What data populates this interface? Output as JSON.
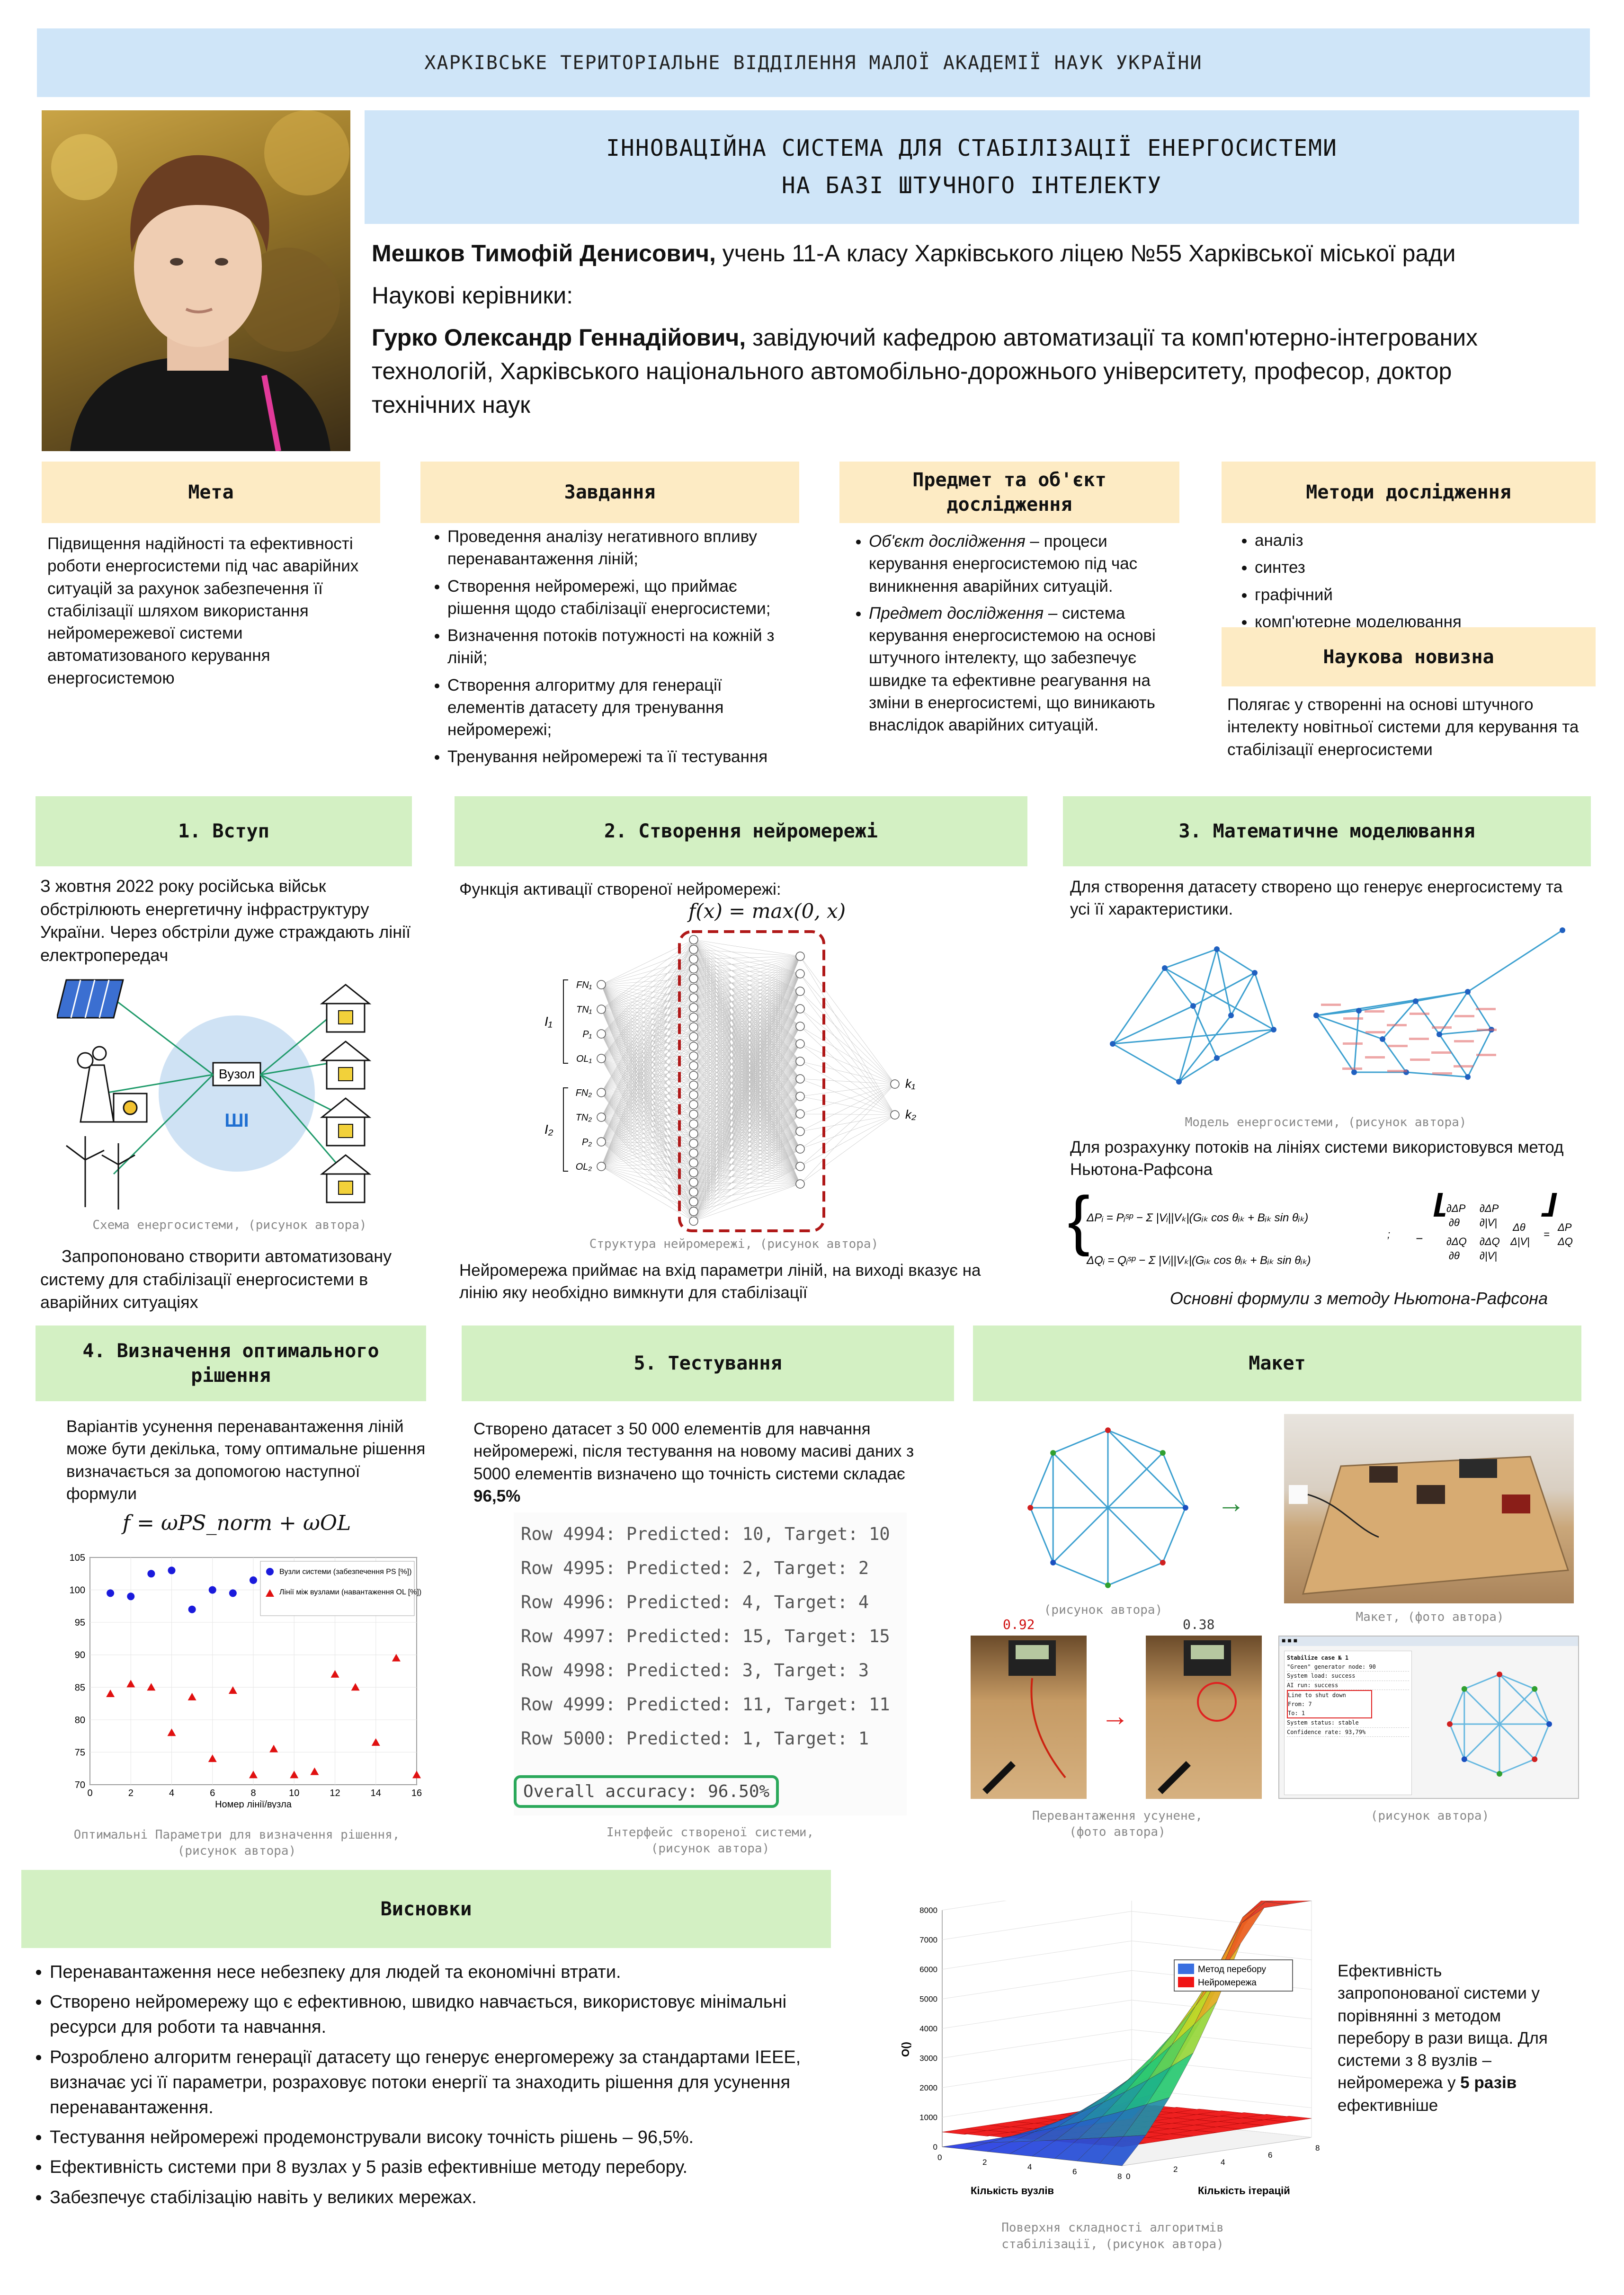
{
  "banner": "ХАРКІВСЬКЕ ТЕРИТОРІАЛЬНЕ ВІДДІЛЕННЯ МАЛОЇ АКАДЕМІЇ НАУК УКРАЇНИ",
  "title_line1": "ІННОВАЦІЙНА СИСТЕМА ДЛЯ СТАБІЛІЗАЦІЇ ЕНЕРГОСИСТЕМИ",
  "title_line2": "НА БАЗІ ШТУЧНОГО ІНТЕЛЕКТУ",
  "author_name": "Мешков Тимофій Денисович,",
  "author_rest": " учень 11-А класу Харківського ліцею №55 Харківської міської ради",
  "supervisors_label": "Наукові керівники:",
  "supervisor_name": "Гурко Олександр Геннадійович,",
  "supervisor_rest": " завідуючий кафедрою автоматизації та комп'ютерно-інтегрованих технологій, Харківського національного автомобільно-дорожнього університету, професор, доктор технічних наук",
  "goal": {
    "title": "Мета",
    "text": "Підвищення надійності та ефективності роботи енергосистеми під час аварійних ситуацій за рахунок забезпечення її стабілізації шляхом використання нейромережевої системи автоматизованого керування енергосистемою"
  },
  "tasks": {
    "title": "Завдання",
    "items": [
      "Проведення аналізу негативного впливу перенавантаження ліній;",
      "Створення нейромережі, що приймає рішення щодо стабілізації енергосистеми;",
      "Визначення потоків потужності на кожній з ліній;",
      "Створення алгоритму для генерації елементів датасету для тренування нейромережі;",
      "Тренування нейромережі та її тестування"
    ]
  },
  "subject": {
    "title": "Предмет та об'єкт дослідження",
    "object_label": "Об'єкт дослідження",
    "object_text": " – процеси керування енергосистемою під час виникнення аварійних ситуацій.",
    "subject_label": "Предмет дослідження",
    "subject_text": " – система керування енергосистемою на основі штучного інтелекту, що забезпечує швидке та ефективне реагування на зміни в енергосистемі, що виникають внаслідок аварійних ситуацій."
  },
  "methods": {
    "title": "Методи дослідження",
    "items": [
      "аналіз",
      "синтез",
      "графічний",
      "комп'ютерне моделювання"
    ]
  },
  "novelty": {
    "title": "Наукова новизна",
    "text": "Полягає у створенні на основі штучного інтелекту новітньої системи для керування та стабілізації енергосистеми"
  },
  "s1": {
    "title": "1. Вступ",
    "text1": "З жовтня 2022 року російська військ обстрілюють енергетичну інфраструктуру України. Через обстріли дуже страждають лінії електропередач",
    "node_label": "Вузол",
    "ai_label": "ШІ",
    "caption": "Схема енергосистеми, (рисунок автора)",
    "text2": "Запропоновано створити автоматизовану систему для стабілізації енергосистеми в аварійних ситуаціях"
  },
  "s2": {
    "title": "2. Створення нейромережі",
    "text1": "Функція активації створеної нейромережі:",
    "formula": "f(x) = max(0, x)",
    "caption": "Структура нейромережі, (рисунок автора)",
    "text2": "Нейромережа приймає на вхід параметри ліній, на виході вказує на лінію яку необхідно вимкнути для стабілізації",
    "inputs": [
      "FN₁",
      "TN₁",
      "P₁",
      "OL₁",
      "FN₂",
      "TN₂",
      "P₂",
      "OL₂"
    ],
    "groups": [
      "I₁",
      "I₂"
    ],
    "outputs": [
      "k₁",
      "k₂"
    ]
  },
  "s3": {
    "title": "3. Математичне моделювання",
    "text1": "Для створення датасету створено що генерує енергосистему та усі її характеристики.",
    "caption": "Модель енергосистеми, (рисунок автора)",
    "text2": "Для розрахунку потоків на лініях системи використовувся метод Ньютона-Рафсона",
    "formula_caption": "Основні формули з методу Ньютона-Рафсона",
    "eq1": "ΔPᵢ = Pᵢˢᵖ − Σ |Vᵢ||Vₖ|(Gᵢₖ cos θᵢₖ + Bᵢₖ sin θᵢₖ)",
    "eq2": "ΔQᵢ = Qᵢˢᵖ − Σ |Vᵢ||Vₖ|(Gᵢₖ cos θᵢₖ + Bᵢₖ sin θᵢₖ)"
  },
  "s4": {
    "title": "4. Визначення оптимального рішення",
    "text": "Варіантів усунення перенавантаження ліній може бути декілька, тому оптимальне рішення визначається за допомогою наступної формули",
    "formula": "f = ωPS_norm + ωOL",
    "caption1": "Оптимальні Параметри для визначення рішення,",
    "caption2": "(рисунок автора)"
  },
  "s5": {
    "title": "5. Тестування",
    "text_a": "Створено датасет з 50 000 елементів для навчання нейромережі, після тестування на новому масиві даних з 5000 елементів визначено що точність системи складає ",
    "text_b": "96,5%",
    "rows": [
      "Row 4994: Predicted: 10, Target: 10",
      "Row 4995: Predicted: 2, Target: 2",
      "Row 4996: Predicted: 4, Target: 4",
      "Row 4997: Predicted: 15, Target: 15",
      "Row 4998: Predicted: 3, Target: 3",
      "Row 4999: Predicted: 11, Target: 11",
      "Row 5000: Predicted: 1, Target: 1"
    ],
    "accuracy": "Overall accuracy: 96.50%",
    "caption1": "Інтерфейс створеної системи,",
    "caption2": "(рисунок автора)"
  },
  "maket": {
    "title": "Макет",
    "cap_graph": "(рисунок автора)",
    "cap_photo": "Макет, (фото автора)",
    "val1": "0.92",
    "val2": "0.38",
    "cap_overload1": "Перевантаження усунене,",
    "cap_overload2": "(фото автора)",
    "cap_ui": "(рисунок автора)",
    "ui_title": "Stabilize case № 1",
    "ui_lines": [
      "\"Green\" generator node: 90",
      "System load: success",
      "AI run: success",
      "Line to shut down",
      "From: 7",
      "To: 1",
      "System status: stable",
      "Confidence rate: 93,79%"
    ]
  },
  "conclusions": {
    "title": "Висновки",
    "items": [
      "Перенавантаження несе небезпеку для людей та економічні втрати.",
      "Створено нейромережу що  є ефективною, швидко навчається, використовує мінімальні ресурси для роботи та навчання.",
      "Розроблено алгоритм генерації датасету що генерує енергомережу за стандартами IEEE, визначає усі її параметри, розраховує потоки енергії та знаходить рішення для усунення перенавантаження.",
      "Тестування нейромережі продемонстрували високу точність рішень – 96,5%.",
      "Ефективність системи при 8 вузлах у 5 разів ефективніше методу перебору.",
      "Забезпечує стабілізацію навіть у великих мережах."
    ]
  },
  "efficiency": {
    "text_a": "Ефективність запропонованої системи у порівнянні з методом перебору в рази вища. Для системи з 8 вузлів – нейромережа у ",
    "text_b": "5 разів",
    "text_c": " ефективніше",
    "caption1": "Поверхня складності алгоритмів",
    "caption2": "стабілізації, (рисунок автора)"
  },
  "chart_data": [
    {
      "type": "scatter",
      "xlabel": "Номер лінії/вузла",
      "ylabel": "",
      "xlim": [
        0,
        16
      ],
      "ylim": [
        70,
        105
      ],
      "xticks": [
        0,
        2,
        4,
        6,
        8,
        10,
        12,
        14,
        16
      ],
      "yticks": [
        70,
        75,
        80,
        85,
        90,
        95,
        100,
        105
      ],
      "legend": "top-right",
      "grid": true,
      "series": [
        {
          "name": "Вузли системи (забезпечення PS [%])",
          "color": "#1a1adc",
          "marker": "circle",
          "x": [
            1,
            2,
            3,
            4,
            5,
            6,
            7,
            8
          ],
          "y": [
            99.5,
            99,
            102.5,
            103,
            97,
            100,
            99.5,
            101.5
          ]
        },
        {
          "name": "Лінії між вузлами (навантаження OL [%])",
          "color": "#e01010",
          "marker": "triangle",
          "x": [
            1,
            2,
            3,
            4,
            5,
            6,
            7,
            8,
            9,
            10,
            11,
            12,
            13,
            14,
            15,
            16
          ],
          "y": [
            84,
            85.5,
            85,
            78,
            83.5,
            74,
            84.5,
            71.5,
            75.5,
            71.5,
            72,
            87,
            85,
            76.5,
            89.5,
            71.5
          ]
        }
      ]
    },
    {
      "type": "surface",
      "xlabel": "Кількість вузлів",
      "ylabel": "Кількість ітерацій",
      "zlabel": "O()",
      "zlim": [
        0,
        8000
      ],
      "zticks": [
        0,
        1000,
        2000,
        3000,
        4000,
        5000,
        6000,
        7000,
        8000
      ],
      "xticks": [
        0,
        2,
        4,
        6,
        8
      ],
      "yticks": [
        0,
        2,
        4,
        6,
        8
      ],
      "legend": "top-right",
      "series": [
        {
          "name": "Метод перебору",
          "color": "#3a6fe0"
        },
        {
          "name": "Нейромережа",
          "color": "#f01515"
        }
      ]
    }
  ]
}
